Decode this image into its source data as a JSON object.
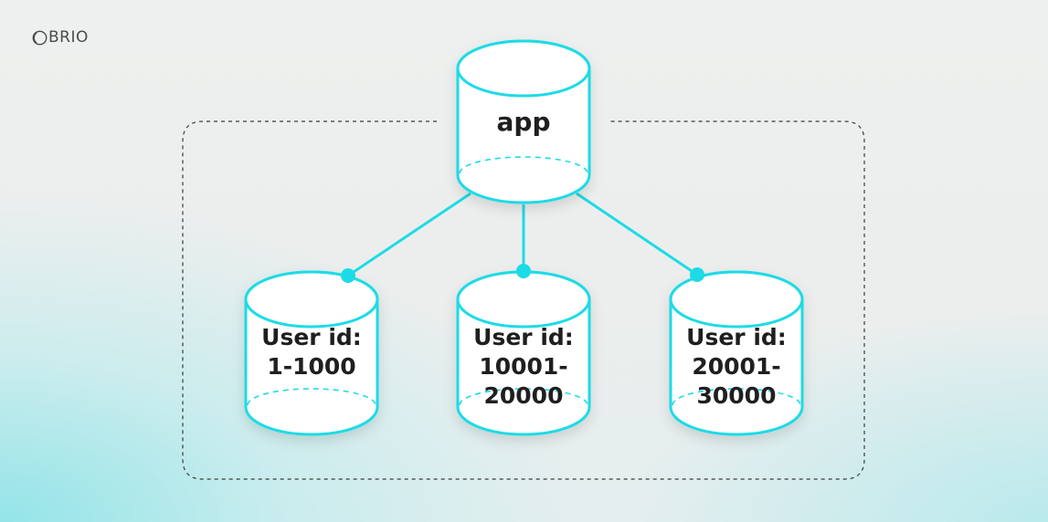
{
  "brand": {
    "logo_text": "BRIO"
  },
  "colors": {
    "accent": "#1ddbe6",
    "text": "#1f1f1f",
    "frame": "#3a3a3a"
  },
  "nodes": {
    "app": {
      "label": "app"
    },
    "shard1": {
      "line1": "User id:",
      "line2": "1-1000",
      "line3": ""
    },
    "shard2": {
      "line1": "User id:",
      "line2": "10001-",
      "line3": "20000"
    },
    "shard3": {
      "line1": "User id:",
      "line2": "20001-",
      "line3": "30000"
    }
  }
}
